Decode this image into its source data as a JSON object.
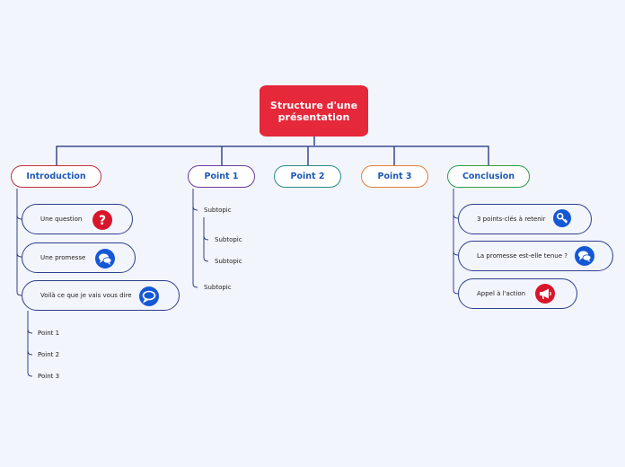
{
  "root": {
    "label": "Structure d'une présentation"
  },
  "branches": {
    "intro": "Introduction",
    "p1": "Point 1",
    "p2": "Point 2",
    "p3": "Point 3",
    "conclusion": "Conclusion"
  },
  "intro_children": {
    "question": {
      "label": "Une question",
      "icon": "question-mark-icon"
    },
    "promesse": {
      "label": "Une promesse",
      "icon": "chat-bubbles-icon"
    },
    "voila": {
      "label": "Voilà ce que je vais vous dire",
      "icon": "speech-bubble-icon"
    }
  },
  "voila_children": [
    "Point 1",
    "Point 2",
    "Point 3"
  ],
  "point1_children": {
    "subtopic_a": "Subtopic",
    "subtopic_a1": "Subtopic",
    "subtopic_a2": "Subtopic",
    "subtopic_b": "Subtopic"
  },
  "conclusion_children": {
    "cles": {
      "label": "3 points-clés à retenir",
      "icon": "key-icon"
    },
    "promesse": {
      "label": "La promesse est-elle tenue ?",
      "icon": "chat-bubbles-icon"
    },
    "appel": {
      "label": "Appel à l'action",
      "icon": "megaphone-icon"
    }
  },
  "colors": {
    "background": "#f3f5fc",
    "root": "#e5283a",
    "intro": "#c0303c",
    "point1": "#6a3a9a",
    "point2": "#2a8a8a",
    "point3": "#e0803a",
    "conclusion": "#2f9a4a",
    "connector": "#1c2f7a",
    "icon_blue": "#1558d6",
    "icon_red": "#d9152b"
  }
}
